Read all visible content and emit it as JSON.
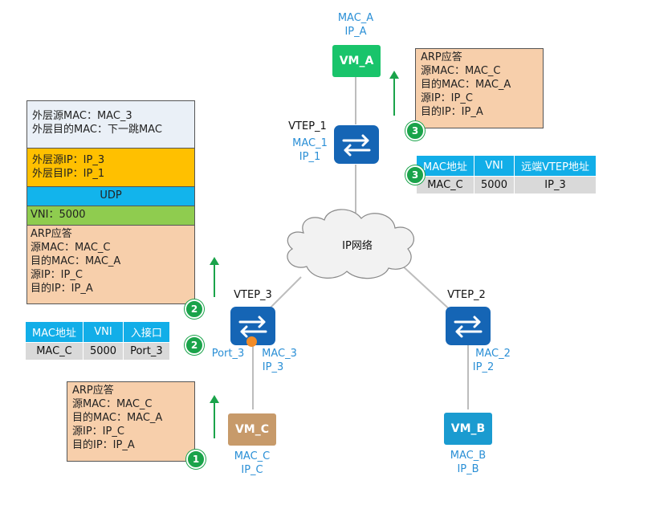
{
  "cloud_label": "IP网络",
  "vm_a": {
    "name": "VM_A",
    "mac": "MAC_A",
    "ip": "IP_A",
    "color": "#19c46b"
  },
  "vm_b": {
    "name": "VM_B",
    "mac": "MAC_B",
    "ip": "IP_B",
    "color": "#1a9bd0"
  },
  "vm_c": {
    "name": "VM_C",
    "mac": "MAC_C",
    "ip": "IP_C",
    "color": "#c79a6a"
  },
  "vtep_1": {
    "name": "VTEP_1",
    "mac": "MAC_1",
    "ip": "IP_1"
  },
  "vtep_2": {
    "name": "VTEP_2",
    "mac": "MAC_2",
    "ip": "IP_2"
  },
  "vtep_3": {
    "name": "VTEP_3",
    "mac": "MAC_3",
    "ip": "IP_3",
    "port": "Port_3"
  },
  "step1_packet": {
    "lines": [
      "ARP应答",
      "源MAC：MAC_C",
      "目的MAC：MAC_A",
      "源IP：IP_C",
      "目的IP：IP_A"
    ],
    "badge": "1"
  },
  "step2_packet": {
    "outer_mac": [
      "外层源MAC：MAC_3",
      "外层目的MAC：下一跳MAC"
    ],
    "outer_ip": [
      "外层源IP：IP_3",
      "外层目IP：IP_1"
    ],
    "udp": "UDP",
    "vni": "VNI：5000",
    "inner": [
      "ARP应答",
      "源MAC：MAC_C",
      "目的MAC：MAC_A",
      "源IP：IP_C",
      "目的IP：IP_A"
    ],
    "badge": "2"
  },
  "step2_table": {
    "headers": [
      "MAC地址",
      "VNI",
      "入接口"
    ],
    "row": [
      "MAC_C",
      "5000",
      "Port_3"
    ],
    "badge": "2"
  },
  "step3_packet": {
    "lines": [
      "ARP应答",
      "源MAC：MAC_C",
      "目的MAC：MAC_A",
      "源IP：IP_C",
      "目的IP：IP_A"
    ],
    "badge": "3"
  },
  "step3_table": {
    "headers": [
      "MAC地址",
      "VNI",
      "远端VTEP地址"
    ],
    "row": [
      "MAC_C",
      "5000",
      "IP_3"
    ],
    "badge": "3"
  }
}
